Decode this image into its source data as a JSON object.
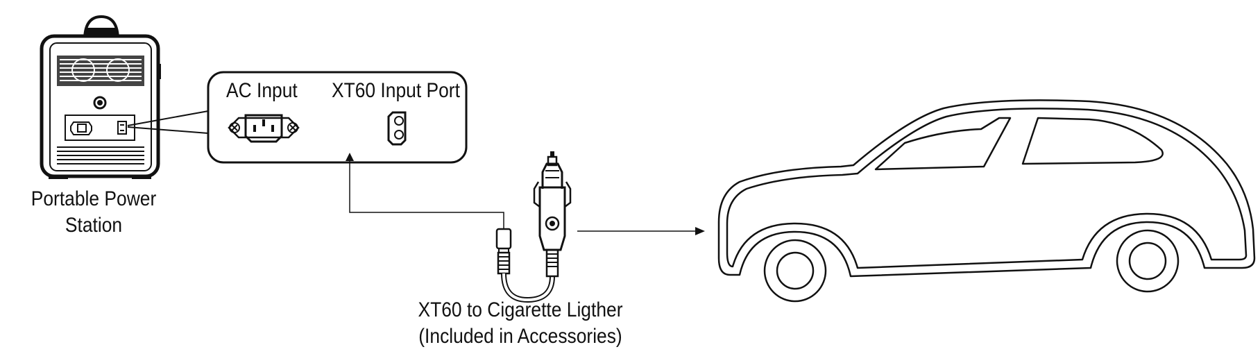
{
  "labels": {
    "station_line1": "Portable Power",
    "station_line2": "Station",
    "ac_input": "AC Input",
    "xt60_port": "XT60 Input Port",
    "cable_line1": "XT60 to Cigarette Ligther",
    "cable_line2": "(Included in Accessories)"
  },
  "colors": {
    "stroke": "#111111",
    "background": "#ffffff"
  }
}
